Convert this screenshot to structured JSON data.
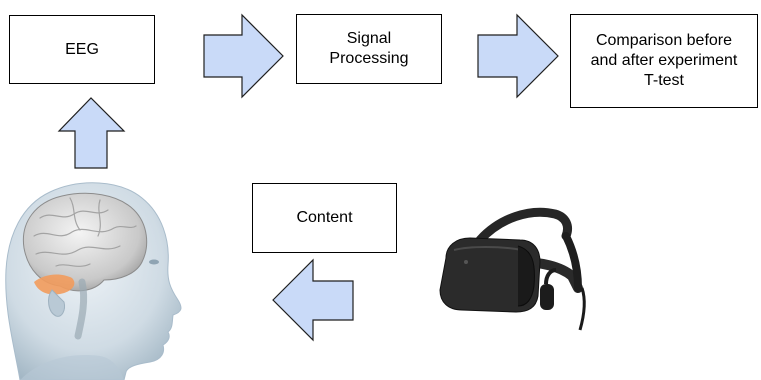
{
  "diagram": {
    "nodes": {
      "eeg": {
        "label": "EEG"
      },
      "signal_processing": {
        "lines": [
          "Signal",
          "Processing"
        ]
      },
      "comparison": {
        "lines": [
          "Comparison before",
          "and after experiment",
          "T-test"
        ]
      },
      "content": {
        "label": "Content"
      }
    },
    "arrows": [
      {
        "from": "eeg",
        "to": "signal_processing",
        "direction": "right"
      },
      {
        "from": "signal_processing",
        "to": "comparison",
        "direction": "right"
      },
      {
        "from": "head",
        "to": "eeg",
        "direction": "up"
      },
      {
        "from": "vr_headset",
        "to": "head",
        "direction": "left"
      }
    ],
    "images": {
      "head": "human-head-brain-illustration",
      "headset": "vr-headset-illustration"
    }
  },
  "colors": {
    "arrow_fill": "#c9daf8",
    "arrow_stroke": "#1f1f1f",
    "box_border": "#000000",
    "highlight_region": "#f29b5c"
  }
}
